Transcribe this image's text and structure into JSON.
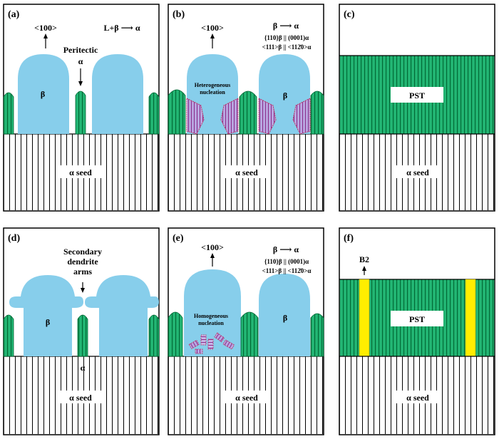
{
  "panels": {
    "a": {
      "tag": "(a)",
      "direction": "<100>",
      "reaction": "L+β ⟶ α",
      "peritectic": "Peritectic",
      "alpha": "α",
      "beta": "β",
      "seed": "α seed"
    },
    "b": {
      "tag": "(b)",
      "direction": "<100>",
      "reaction": "β ⟶ α",
      "orient1": "{110}β || (0001)α",
      "orient2": "<111>β || <112̄0>α",
      "nucleation": "Heterogeneous nucleation",
      "beta": "β",
      "seed": "α seed"
    },
    "c": {
      "tag": "(c)",
      "pst": "PST",
      "seed": "α seed"
    },
    "d": {
      "tag": "(d)",
      "secondary": "Secondary dendrite arms",
      "beta": "β",
      "alpha": "α",
      "seed": "α seed"
    },
    "e": {
      "tag": "(e)",
      "direction": "<100>",
      "reaction": "β ⟶ α",
      "orient1": "{110}β || (0001)α",
      "orient2": "<111>β || <112̄0>α",
      "nucleation": "Homogeneous nucleation",
      "beta": "β",
      "seed": "α seed"
    },
    "f": {
      "tag": "(f)",
      "b2": "B2",
      "pst": "PST",
      "seed": "α seed"
    }
  },
  "colors": {
    "beta": "#87ceeb",
    "alpha": "#20b070",
    "seed_line": "#000000",
    "nucleus": "#9b59b6",
    "b2": "#ffee00"
  }
}
